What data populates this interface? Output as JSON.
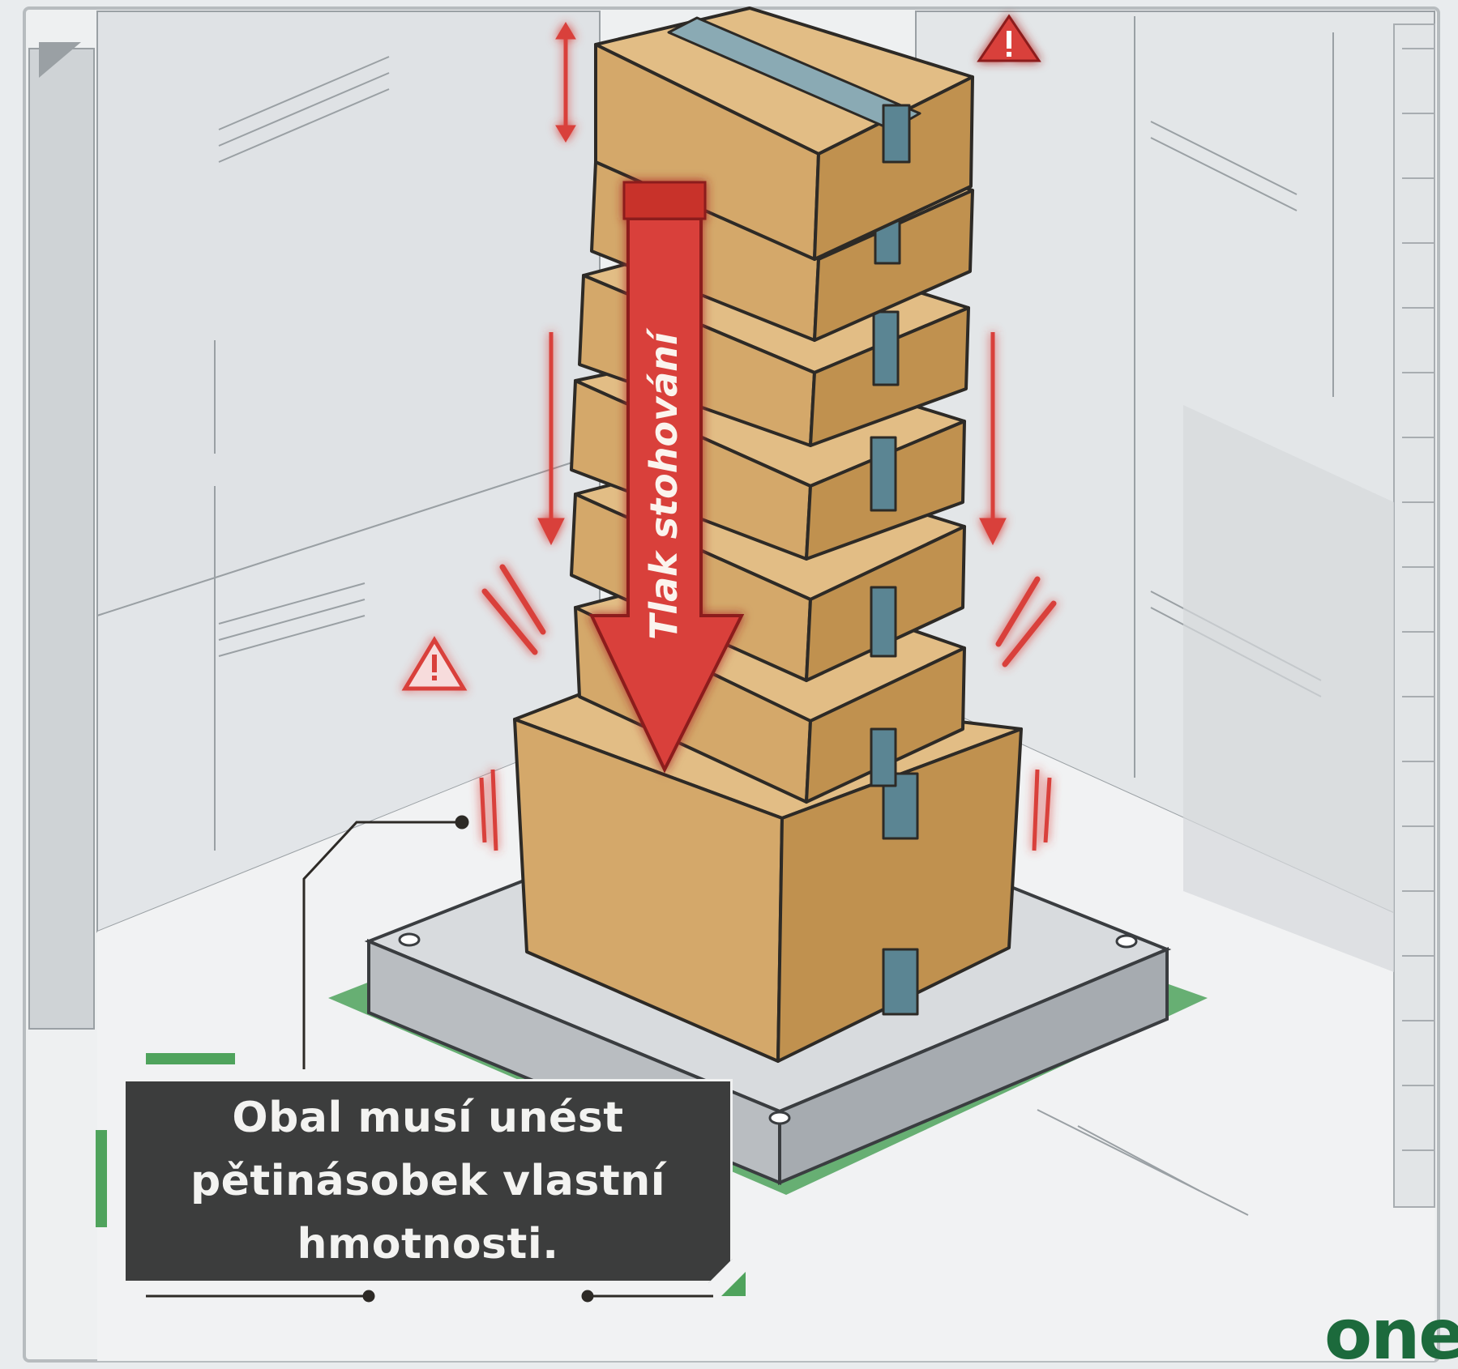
{
  "arrow_label": "Tlak stohování",
  "callout": {
    "text": "Obal musí unést pětinásobek vlastní hmotnosti."
  },
  "logo": {
    "text": "one"
  },
  "colors": {
    "box": "#d4a86a",
    "box_side": "#c0914f",
    "box_top": "#e2bd85",
    "tape": "#5b8593",
    "arrow": "#d9403b",
    "warning": "#d9403b",
    "platform": "#c9cdd0",
    "base_accent": "#4fa35c",
    "callout_bg": "#3c3d3d",
    "logo": "#1c6a3c"
  },
  "icons": [
    "warning-icon",
    "warning-icon",
    "compression-arrow-icon"
  ]
}
